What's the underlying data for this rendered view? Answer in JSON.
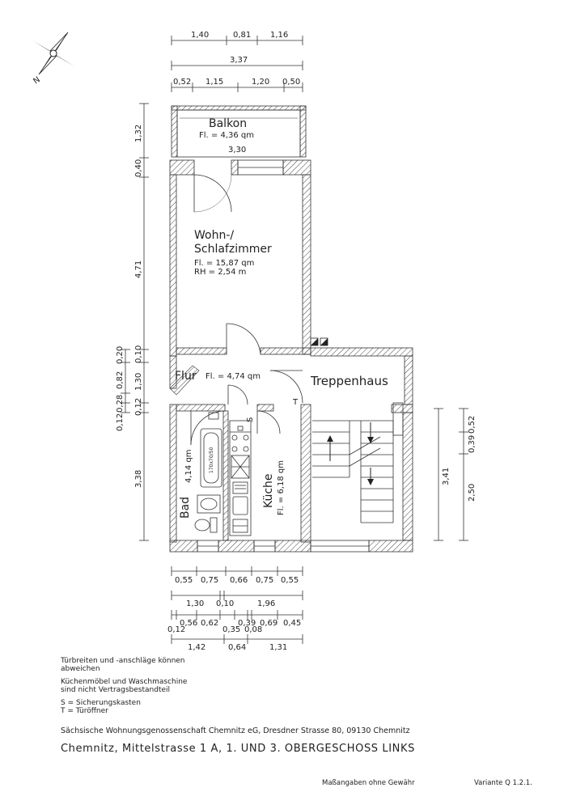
{
  "north_label": "N",
  "top_dimensions": {
    "row1": [
      "1,40",
      "0,81",
      "1,16"
    ],
    "total": "3,37",
    "row2": [
      "0,52",
      "1,15",
      "1,20",
      "0,50"
    ]
  },
  "left_dimensions": [
    "1,32",
    "0,40",
    "4,71",
    "0,20",
    "0,10",
    "0,82",
    "1,30",
    "0,28",
    "0,12",
    "0,12",
    "3,38"
  ],
  "right_dimensions": [
    "0,52",
    "0,39",
    "3,41",
    "2,50"
  ],
  "bottom_dimensions": {
    "row1": [
      "0,55",
      "0,75",
      "0,66",
      "0,75",
      "0,55"
    ],
    "row2": [
      "1,30",
      "0,10",
      "1,96"
    ],
    "row3": [
      "0,12",
      "0,56",
      "0,62",
      "0,39",
      "0,35",
      "0,08",
      "0,69",
      "0,45"
    ],
    "row4": [
      "1,42",
      "0,64",
      "1,31"
    ]
  },
  "rooms": {
    "balkon": {
      "name": "Balkon",
      "area": "Fl. = 4,36 qm",
      "width": "3,30"
    },
    "wohn": {
      "name_line1": "Wohn-/",
      "name_line2": "Schlafzimmer",
      "area": "Fl. = 15,87 qm",
      "height": "RH = 2,54 m"
    },
    "flur": {
      "name": "Flur",
      "area": "Fl. = 4,74 qm"
    },
    "treppenhaus": {
      "name": "Treppenhaus"
    },
    "bad": {
      "name": "Bad",
      "area": "4,14 qm"
    },
    "kueche": {
      "name": "Küche",
      "area": "Fl. = 6,18 qm"
    }
  },
  "symbols": {
    "s": "S",
    "t": "T",
    "bathtub": "170x70/50"
  },
  "notes": [
    "Türbreiten und -anschläge können\nabweichen",
    "Küchenmöbel und Waschmaschine\nsind nicht Vertragsbestandteil",
    "S = Sicherungskasten\nT = Türöffner"
  ],
  "owner": "Sächsische Wohnungsgenossenschaft Chemnitz eG, Dresdner Strasse 80, 09130 Chemnitz",
  "address": "Chemnitz, Mittelstrasse 1 A, 1. UND 3. OBERGESCHOSS LINKS",
  "disclaimer": "Maßangaben ohne Gewähr",
  "variant": "Variante Q 1.2.1."
}
